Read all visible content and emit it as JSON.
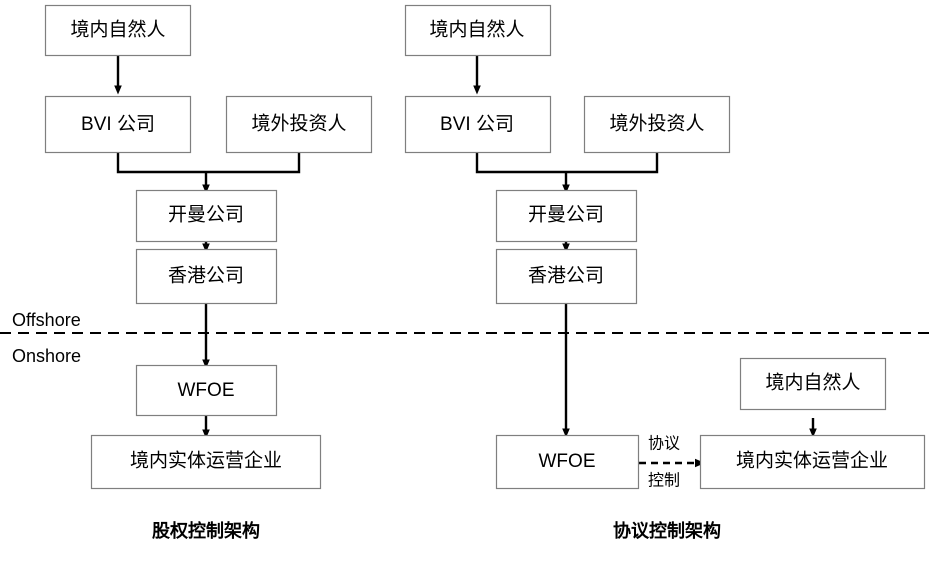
{
  "diagram": {
    "title_left": "股权控制架构",
    "title_right": "协议控制架构",
    "zone_labels": {
      "offshore": "Offshore",
      "onshore": "Onshore"
    },
    "colors": {
      "box_stroke": "#7f7f7f",
      "connector": "#000000",
      "background": "#ffffff",
      "text": "#000000"
    },
    "left_structure": {
      "name": "股权控制架构",
      "nodes": {
        "domestic_individual": "境内自然人",
        "bvi_company": "BVI 公司",
        "offshore_investor": "境外投资人",
        "cayman_company": "开曼公司",
        "hongkong_company": "香港公司",
        "wfoe": "WFOE",
        "operating_entity": "境内实体运营企业"
      },
      "edges": [
        {
          "from": "境内自然人",
          "to": "BVI 公司",
          "style": "solid-arrow"
        },
        {
          "from": "BVI 公司",
          "to": "开曼公司",
          "style": "solid-arrow-merge"
        },
        {
          "from": "境外投资人",
          "to": "开曼公司",
          "style": "solid-arrow-merge"
        },
        {
          "from": "开曼公司",
          "to": "香港公司",
          "style": "solid-arrow"
        },
        {
          "from": "香港公司",
          "to": "WFOE",
          "style": "solid-arrow"
        },
        {
          "from": "WFOE",
          "to": "境内实体运营企业",
          "style": "solid-arrow"
        }
      ]
    },
    "right_structure": {
      "name": "协议控制架构",
      "nodes": {
        "domestic_individual": "境内自然人",
        "bvi_company": "BVI 公司",
        "offshore_investor": "境外投资人",
        "cayman_company": "开曼公司",
        "hongkong_company": "香港公司",
        "wfoe": "WFOE",
        "domestic_individual_2": "境内自然人",
        "operating_entity": "境内实体运营企业"
      },
      "vie_annotation_top": "协议",
      "vie_annotation_bottom": "控制",
      "edges": [
        {
          "from": "境内自然人",
          "to": "BVI 公司",
          "style": "solid-arrow"
        },
        {
          "from": "BVI 公司",
          "to": "开曼公司",
          "style": "solid-arrow-merge"
        },
        {
          "from": "境外投资人",
          "to": "开曼公司",
          "style": "solid-arrow-merge"
        },
        {
          "from": "开曼公司",
          "to": "香港公司",
          "style": "solid-arrow"
        },
        {
          "from": "香港公司",
          "to": "WFOE",
          "style": "solid-arrow"
        },
        {
          "from": "WFOE",
          "to": "境内实体运营企业",
          "style": "dashed-arrow",
          "label": "协议控制"
        },
        {
          "from": "境内自然人",
          "to": "境内实体运营企业",
          "style": "solid-arrow"
        }
      ]
    }
  }
}
